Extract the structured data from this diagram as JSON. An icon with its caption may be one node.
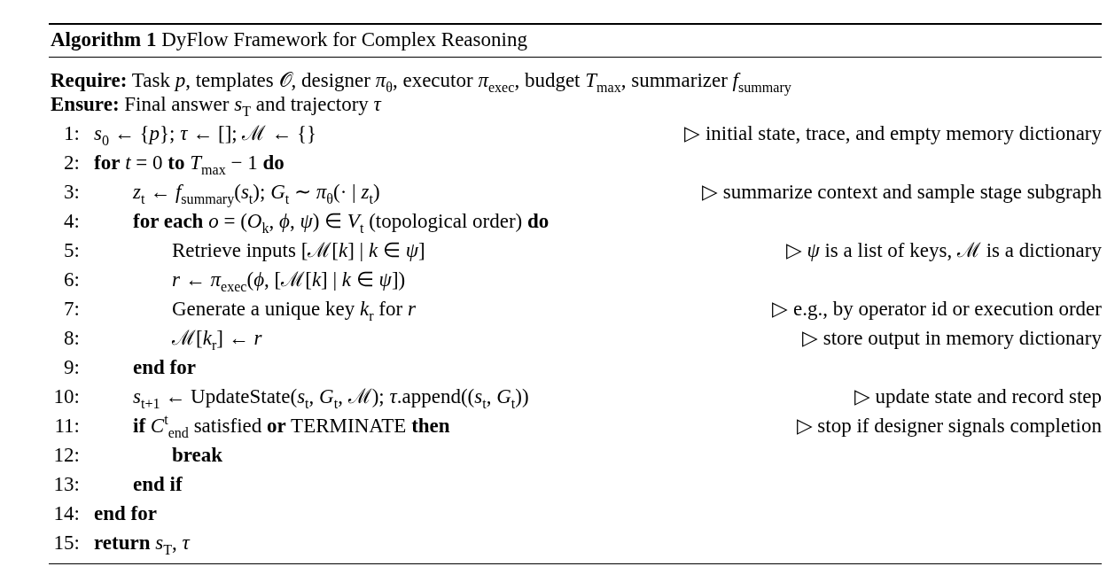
{
  "diagram": {
    "title": "**Algorithm 1** DyFlow Framework for Complex Reasoning",
    "labels": [
      "**Require:** Task *p*, templates 𝒪, designer *π*$_{θ}$, executor *π*$_{exec}$, budget *T*$_{max}$, summarizer *f*$_{summary}$",
      "**Ensure:** Final answer *s*$_{T}$ and trajectory *τ*",
      "1:",
      "*s*$_{0}$ ← {*p*}; *τ* ← []; ℳ ← {}",
      "▷ initial state, trace, and empty memory dictionary",
      "2:",
      "**for** *t* = 0 **to** *T*$_{max}$ − 1 **do**",
      "3:",
      "*z*$_{t}$ ← *f*$_{summary}$(*s*$_{t}$); *G*$_{t}$ ∼ *π*$_{θ}$(· | *z*$_{t}$)",
      "▷ summarize context and sample stage subgraph",
      "4:",
      "**for each** *o* = (*O*$_{k}$, *ϕ*, *ψ*) ∈ *V*$_{t}$ (topological order) **do**",
      "5:",
      "Retrieve inputs [ℳ[*k*] | *k* ∈ *ψ*]",
      "▷ *ψ* is a list of keys, ℳ is a dictionary",
      "6:",
      "*r* ← *π*$_{exec}$(*ϕ*, [ℳ[*k*] | *k* ∈ *ψ*])",
      "7:",
      "Generate a unique key *k*$_{r}$ for *r*",
      "▷ e.g., by operator id or execution order",
      "8:",
      "ℳ[*k*$_{r}$] ← *r*",
      "▷ store output in memory dictionary",
      "9:",
      "**end for**",
      "10:",
      "*s*$_{t+1}$ ← UpdateState(*s*$_{t}$, *G*$_{t}$, ℳ); *τ*.append((*s*$_{t}$, *G*$_{t}$))",
      "▷ update state and record step",
      "11:",
      "**if** *C*$^{t}$$_{end}$ satisfied **or** TERMINATE **then**",
      "▷ stop if designer signals completion",
      "12:",
      "**break**",
      "13:",
      "**end if**",
      "14:",
      "**end for**",
      "15:",
      "**return** *s*$_{T}$, *τ*"
    ]
  }
}
